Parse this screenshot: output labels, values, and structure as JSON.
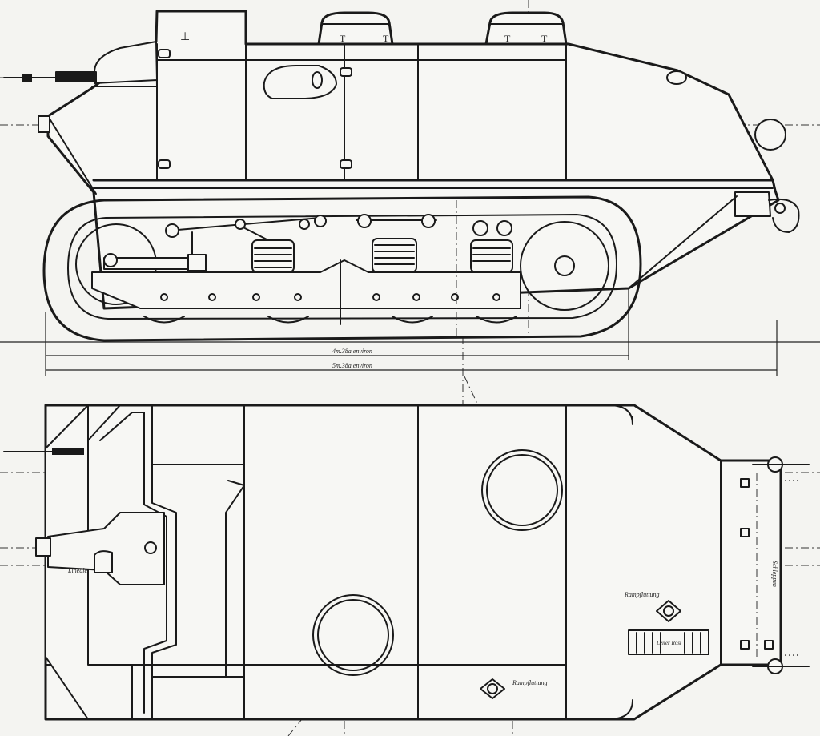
{
  "annotations": {
    "dim_upper": "4m.38a environ",
    "dim_lower": "5m.38a environ",
    "side_label_left": "Lineale",
    "label_rear_right": "Schleppen",
    "label_access_1": "Rampfluttung",
    "label_access_2": "Rampfluttung",
    "label_plate": "Leiter Rost"
  }
}
